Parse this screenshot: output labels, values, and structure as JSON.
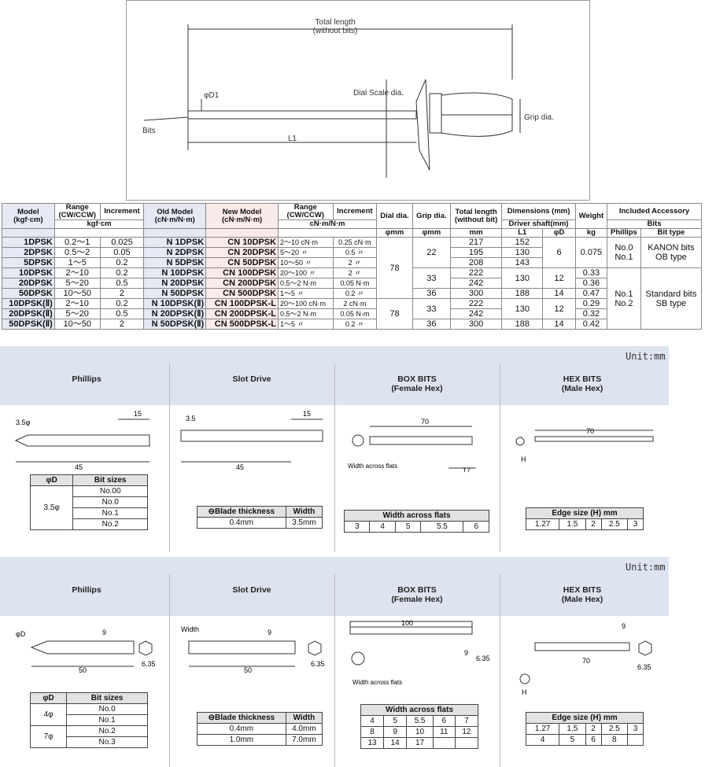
{
  "diagram": {
    "total_length": "Total length",
    "without_bits": "(without bits)",
    "phi_d1": "φD1",
    "dial_scale": "Dial Scale dia.",
    "grip": "Grip dia.",
    "bits": "Bits",
    "l1": "L1"
  },
  "table": {
    "headers": {
      "model": "Model",
      "model_unit": "(kgf·cm)",
      "range": "Range",
      "range_sub": "(CW/CCW)",
      "increment": "Increment",
      "old_model": "Old Model",
      "old_unit": "(cN·m/N·m)",
      "new_model": "New Model",
      "new_unit": "(cN·m/N·m)",
      "range2": "Range",
      "range2_sub": "(CW/CCW)",
      "increment2": "Increment",
      "dial": "Dial dia.",
      "grip": "Grip dia.",
      "total": "Total length",
      "total_sub": "(without bit)",
      "dims": "Dimensions (mm)",
      "shaft": "Driver shaft(mm)",
      "weight": "Weight",
      "accessory": "Included Accessory",
      "bits": "Bits",
      "unit_kgf": "kgf·cm",
      "unit_cn": "cN·m/N·m",
      "unit_phi_dial": "φmm",
      "unit_phi_grip": "φmm",
      "unit_mm": "mm",
      "unit_l1": "L1",
      "unit_d": "φD",
      "unit_kg": "kg",
      "phillips": "Phillips",
      "bit_type": "Bit type"
    },
    "rows": [
      {
        "model": "1DPSK",
        "range": "0.2～1",
        "inc": "0.025",
        "old": "N 1DPSK",
        "new": "CN 10DPSK",
        "range2": "2～10 cN·m",
        "inc2": "0.25 cN·m",
        "total": "217",
        "l1": "152"
      },
      {
        "model": "2DPSK",
        "range": "0.5～2",
        "inc": "0.05",
        "old": "N 2DPSK",
        "new": "CN 20DPSK",
        "range2": "5～20 〃",
        "inc2": "0.5 〃",
        "total": "195",
        "l1": "130"
      },
      {
        "model": "5DPSK",
        "range": "1～5",
        "inc": "0.2",
        "old": "N 5DPSK",
        "new": "CN 50DPSK",
        "range2": "10～50 〃",
        "inc2": "2 〃",
        "total": "208",
        "l1": "143"
      },
      {
        "model": "10DPSK",
        "range": "2～10",
        "inc": "0.2",
        "old": "N 10DPSK",
        "new": "CN 100DPSK",
        "range2": "20～100 〃",
        "inc2": "2 〃",
        "total": "222",
        "weight": "0.33"
      },
      {
        "model": "20DPSK",
        "range": "5～20",
        "inc": "0.5",
        "old": "N 20DPSK",
        "new": "CN 200DPSK",
        "range2": "0.5～2 N·m",
        "inc2": "0.05 N·m",
        "total": "242",
        "weight": "0.36"
      },
      {
        "model": "50DPSK",
        "range": "10～50",
        "inc": "2",
        "old": "N 50DPSK",
        "new": "CN 500DPSK",
        "range2": "1～5 〃",
        "inc2": "0.2 〃",
        "grip": "36",
        "total": "300",
        "l1": "188",
        "d": "14",
        "weight": "0.47"
      },
      {
        "model": "10DPSK(Ⅱ)",
        "range": "2～10",
        "inc": "0.2",
        "old": "N 10DPSK(Ⅱ)",
        "new": "CN 100DPSK-L",
        "range2": "20～100 cN·m",
        "inc2": "2 cN·m",
        "total": "222",
        "weight": "0.29"
      },
      {
        "model": "20DPSK(Ⅱ)",
        "range": "5～20",
        "inc": "0.5",
        "old": "N 20DPSK(Ⅱ)",
        "new": "CN 200DPSK-L",
        "range2": "0.5～2 N·m",
        "inc2": "0.05 N·m",
        "total": "242",
        "weight": "0.32"
      },
      {
        "model": "50DPSK(Ⅱ)",
        "range": "10～50",
        "inc": "2",
        "old": "N 50DPSK(Ⅱ)",
        "new": "CN 500DPSK-L",
        "range2": "1～5 〃",
        "inc2": "0.2 〃",
        "grip": "36",
        "total": "300",
        "l1": "188",
        "d": "14",
        "weight": "0.42"
      }
    ],
    "merged": {
      "dial1": "78",
      "dial2": "78",
      "grip_a": "22",
      "grip_b": "33",
      "grip_c": "33",
      "d_a": "6",
      "weight_a": "0.075",
      "l1_b": "130",
      "d_b": "12",
      "l1_c": "130",
      "d_c": "12",
      "phillips_a": "No.0\nNo.1",
      "bittype_a": "KANON bits\nOB type",
      "phillips_b": "No.1\nNo.2",
      "bittype_b": "Standard bits\nSB type"
    }
  },
  "section1": {
    "unit": "Unit:mm",
    "cols": [
      "Phillips",
      "Slot Drive",
      "BOX BITS\n(Female Hex)",
      "HEX BITS\n(Male Hex)"
    ],
    "dims": {
      "ph_d": "3.5φ",
      "ph_15": "15",
      "ph_45": "45",
      "sl_35": "3.5",
      "sl_15": "15",
      "sl_45": "45",
      "box_70": "70",
      "box_17": "17",
      "box_waf": "Width across flats",
      "hex_70": "70",
      "hex_h": "H"
    },
    "phillips_table": {
      "h1": "φD",
      "h2": "Bit sizes",
      "d": "3.5φ",
      "sizes": [
        "No.00",
        "No.0",
        "No.1",
        "No.2"
      ]
    },
    "slot_table": {
      "h1": "⊖Blade thickness",
      "h2": "Width",
      "rows": [
        [
          "0.4mm",
          "3.5mm"
        ]
      ]
    },
    "box_table": {
      "title": "Width across flats",
      "values": [
        "3",
        "4",
        "5",
        "5.5",
        "6"
      ]
    },
    "hex_table": {
      "title": "Edge size (H) mm",
      "values": [
        "1.27",
        "1.5",
        "2",
        "2.5",
        "3"
      ]
    }
  },
  "section2": {
    "unit": "Unit:mm",
    "cols": [
      "Phillips",
      "Slot Drive",
      "BOX BITS\n(Female Hex)",
      "HEX BITS\n(Male Hex)"
    ],
    "dims": {
      "ph_d": "φD",
      "ph_9": "9",
      "ph_50": "50",
      "ph_635": "6.35",
      "sl_w": "Width",
      "sl_9": "9",
      "sl_50": "50",
      "sl_635": "6.35",
      "box_100": "100",
      "box_9": "9",
      "box_635": "6.35",
      "box_waf": "Width across flats",
      "hex_9": "9",
      "hex_70": "70",
      "hex_635": "6.35",
      "hex_h": "H"
    },
    "phillips_table": {
      "h1": "φD",
      "h2": "Bit sizes",
      "rows": [
        {
          "d": "4φ",
          "sizes": [
            "No.0",
            "No.1"
          ]
        },
        {
          "d": "7φ",
          "sizes": [
            "No.2",
            "No.3"
          ]
        }
      ]
    },
    "slot_table": {
      "h1": "⊖Blade thickness",
      "h2": "Width",
      "rows": [
        [
          "0.4mm",
          "4.0mm"
        ],
        [
          "1.0mm",
          "7.0mm"
        ]
      ]
    },
    "box_table": {
      "title": "Width across flats",
      "rows": [
        [
          "4",
          "5",
          "5.5",
          "6",
          "7"
        ],
        [
          "8",
          "9",
          "10",
          "11",
          "12"
        ],
        [
          "13",
          "14",
          "17",
          "",
          ""
        ]
      ]
    },
    "hex_table": {
      "title": "Edge size (H) mm",
      "rows": [
        [
          "1.27",
          "1.5",
          "2",
          "2.5",
          "3"
        ],
        [
          "4",
          "5",
          "6",
          "8",
          ""
        ]
      ]
    }
  }
}
